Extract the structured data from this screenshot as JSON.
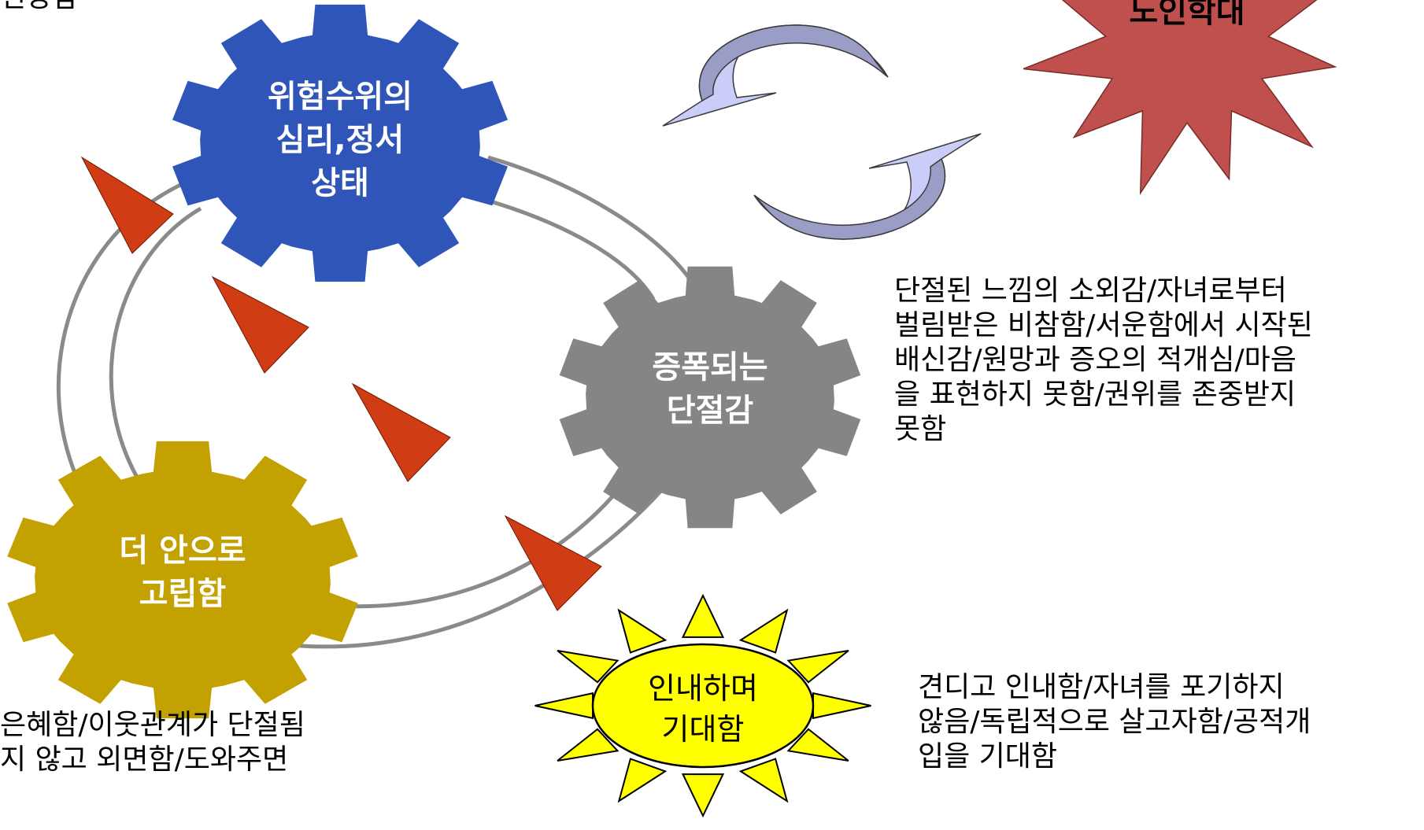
{
  "top_left_fragment": "현상함",
  "star_label": "노인학대",
  "gears": {
    "risk": {
      "lines": [
        "위험수위의",
        "심리,정서",
        "상태"
      ],
      "color": "#2f55b8"
    },
    "disconnect": {
      "lines": [
        "증폭되는",
        "단절감"
      ],
      "color": "#858585"
    },
    "isolate": {
      "lines": [
        "더 안으로",
        "고립함"
      ],
      "color": "#c2a100"
    }
  },
  "sun": {
    "lines": [
      "인내하며",
      "기대함"
    ],
    "color": "#ffff00"
  },
  "descriptions": {
    "disconnect": [
      "단절된 느낌의 소외감/자녀로부터",
      "벌림받은 비참함/서운함에서 시작된",
      "배신감/원망과 증오의 적개심/마음",
      "을 표현하지 못함/권위를 존중받지",
      "못함"
    ],
    "isolate": [
      "은혜함/이웃관계가 단절됨",
      "지 않고 외면함/도와주면"
    ],
    "sun": [
      "견디고 인내함/자녀를 포기하지",
      "않음/독립적으로 살고자함/공적개",
      "입을 기대함"
    ]
  },
  "colors": {
    "star": "#c0504d",
    "arrow_light": "#c9cdf7",
    "arrow_dark": "#9a9dc6",
    "triangle": "#d03c14",
    "ring": "#8a8a8a"
  }
}
